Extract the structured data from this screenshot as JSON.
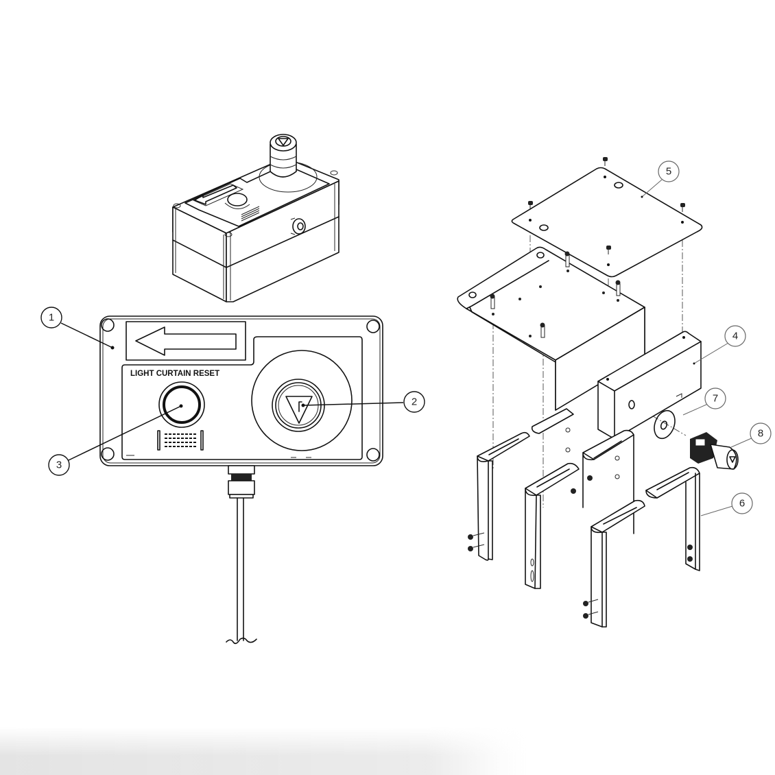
{
  "drawing": {
    "type": "exploded assembly drawing",
    "panel_label": "LIGHT CURTAIN RESET",
    "views": [
      "isometric-enclosure-view",
      "front-panel-view",
      "exploded-mounting-view"
    ]
  },
  "callouts": [
    {
      "number": "1",
      "part": "enclosure-front-panel"
    },
    {
      "number": "2",
      "part": "emergency-stop-button"
    },
    {
      "number": "3",
      "part": "reset-push-button"
    },
    {
      "number": "4",
      "part": "mounting-bracket-box"
    },
    {
      "number": "5",
      "part": "top-cover-plate"
    },
    {
      "number": "6",
      "part": "u-mounting-leg"
    },
    {
      "number": "7",
      "part": "washer-gasket"
    },
    {
      "number": "8",
      "part": "push-button-actuator"
    }
  ],
  "colors": {
    "line": "#111111",
    "callout_outline": "#666666",
    "background": "#ffffff"
  }
}
